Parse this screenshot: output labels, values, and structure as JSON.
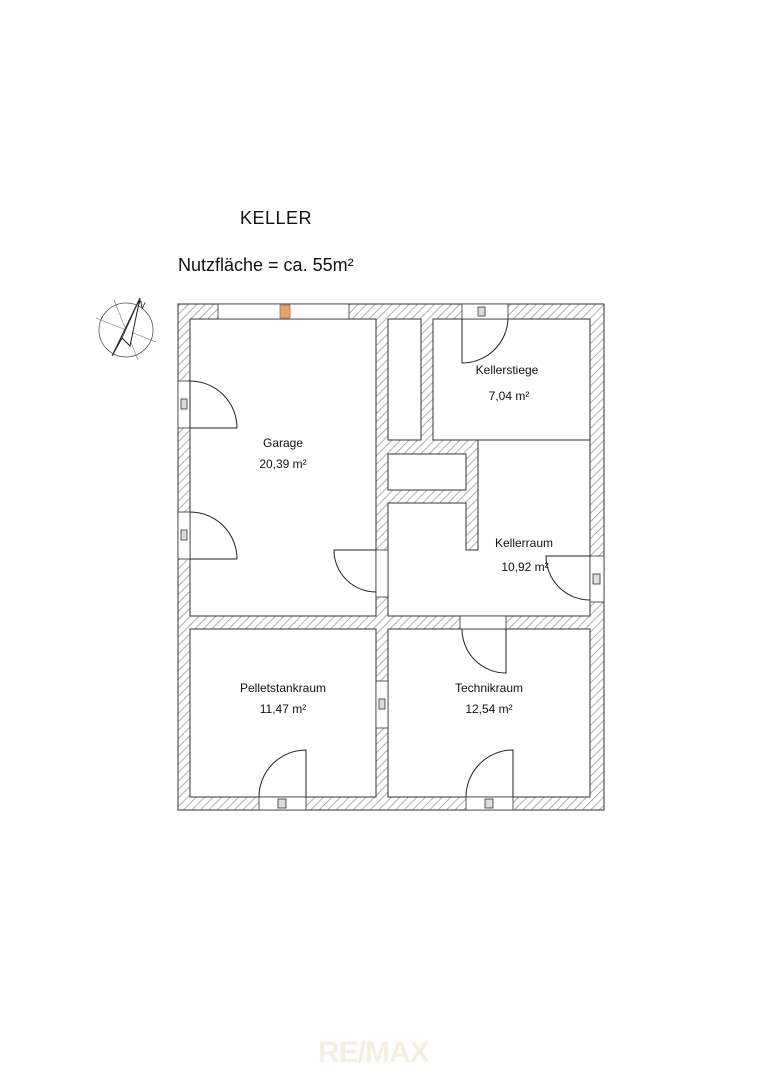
{
  "header": {
    "floor": "KELLER",
    "area": "Nutzfläche = ca. 55m²"
  },
  "compass": {
    "north_label": "N"
  },
  "rooms": [
    {
      "name": "Garage",
      "area": "20,39 m²"
    },
    {
      "name": "Kellerstiege",
      "area": "7,04 m²"
    },
    {
      "name": "Kellerraum",
      "area": "10,92 m²"
    },
    {
      "name": "Pelletstankraum",
      "area": "11,47 m²"
    },
    {
      "name": "Technikraum",
      "area": "12,54 m²"
    }
  ],
  "watermark": "RE/MAX"
}
